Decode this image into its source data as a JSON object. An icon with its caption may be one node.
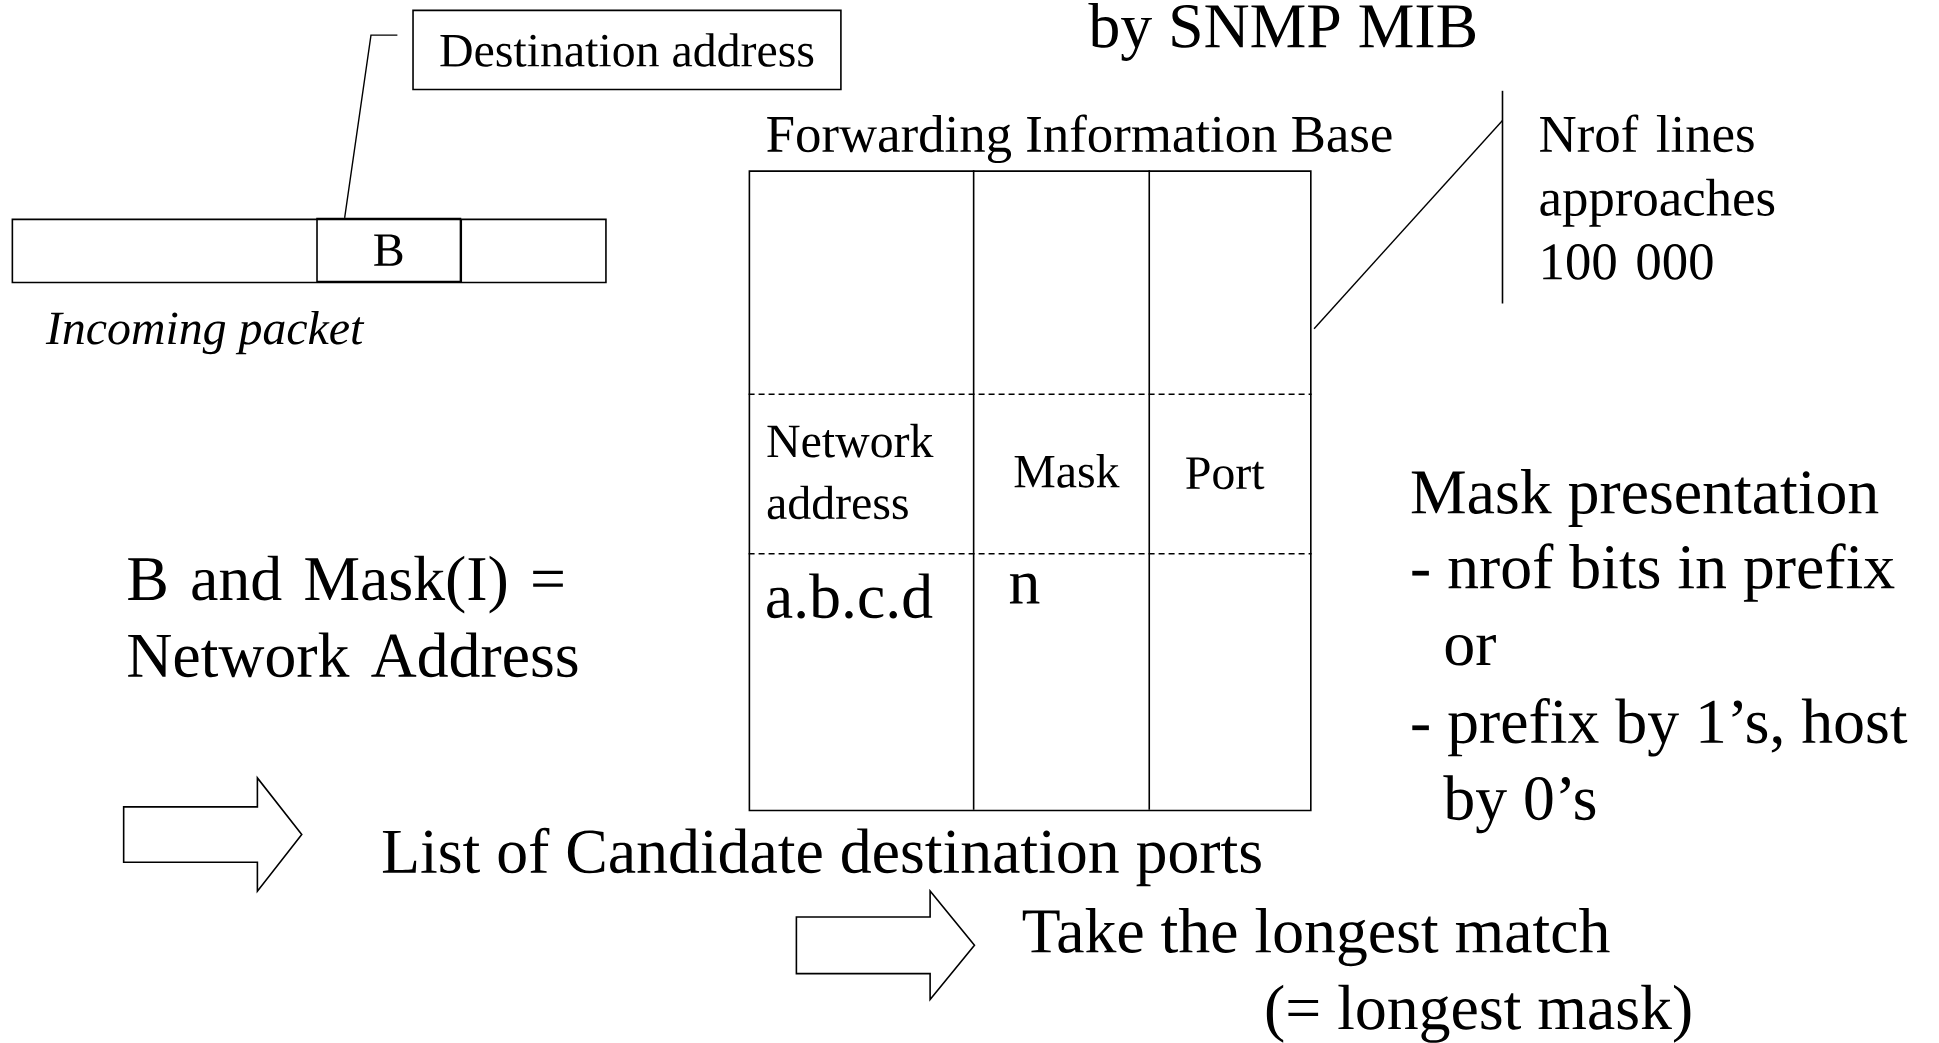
{
  "diagram": {
    "nodes": [
      {
        "text": [
          "Destination address"
        ]
      },
      {
        "text": [],
        "shape": "bar",
        "beside": [
          "Incoming packet"
        ]
      },
      {
        "text": [
          "B"
        ],
        "in": 1
      },
      {
        "text": [
          "Forwarding Information Base"
        ]
      },
      {
        "text": [
          "Network address"
        ],
        "in": 3
      },
      {
        "text": [
          "Mask"
        ],
        "in": 3
      },
      {
        "text": [
          "Port"
        ],
        "in": 3
      },
      {
        "text": [
          "a.b.c.d"
        ],
        "in": 3
      },
      {
        "text": [
          "n"
        ],
        "in": 3
      },
      {
        "text": [
          "Nrof lines approaches 100 000"
        ]
      },
      {
        "text": [
          "B and Mask(I) = Network Address"
        ]
      },
      {
        "text": [
          "List of Candidate destination ports"
        ]
      },
      {
        "text": [
          "Take the longest match (= longest mask)"
        ]
      }
    ],
    "edges": [
      {
        "from": 0,
        "to": 2,
        "arrow": "none"
      },
      {
        "from": 9,
        "to": 3,
        "arrow": "none"
      },
      {
        "from": 10,
        "to": 11,
        "arrow": "to"
      },
      {
        "from": 11,
        "to": 12,
        "arrow": "to"
      }
    ],
    "labels": [
      "by SNMP MIB",
      "Mask presentation",
      "- nrof bits in prefix or",
      "- prefix by 1’s, host by 0’s"
    ]
  }
}
